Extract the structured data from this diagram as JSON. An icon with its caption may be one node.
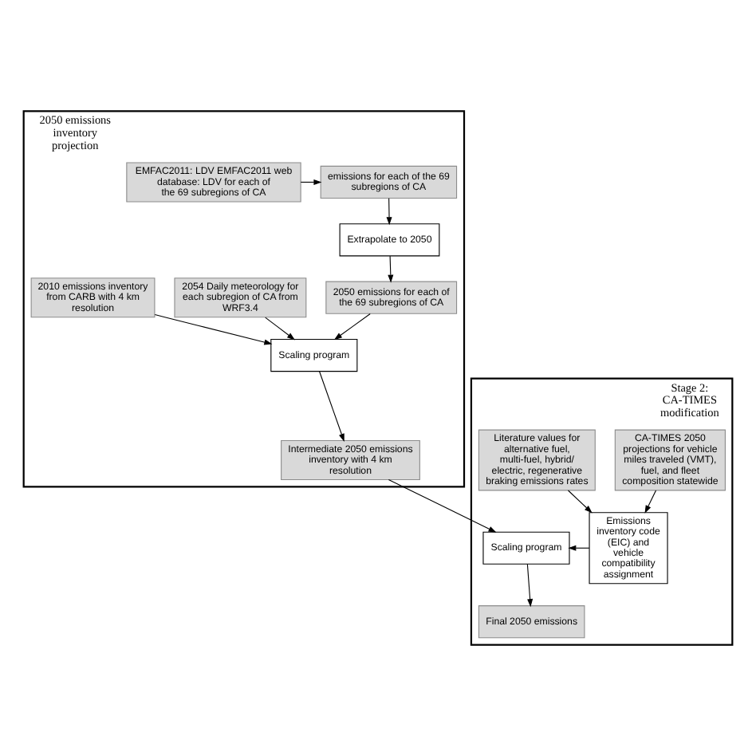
{
  "diagram": {
    "nodes": [
      {
        "text": [
          "2050 emissions inventory projection"
        ]
      },
      {
        "text": [
          "EMFAC2011: LDV EMFAC2011 web database: LDV for each of the 69 subregions of CA"
        ],
        "in": 0
      },
      {
        "text": [
          "emissions for each of the 69 subregions of CA"
        ],
        "in": 0
      },
      {
        "text": [
          "Extrapolate to 2050"
        ],
        "in": 0
      },
      {
        "text": [
          "2054 Daily meteorology for each subregion of CA from WRF3.4"
        ],
        "in": 0
      },
      {
        "text": [
          "2010 emissions inventory from CARB with 4 km resolution"
        ],
        "in": 0
      },
      {
        "text": [
          "2050 emissions for each of the 69 subregions of CA"
        ],
        "in": 0
      },
      {
        "text": [
          "Scaling program"
        ],
        "in": 0
      },
      {
        "text": [
          "Intermediate 2050 emissions inventory with 4 km resolution"
        ],
        "in": 0
      },
      {
        "text": [
          "Stage 2: CA-TIMES modification"
        ]
      },
      {
        "text": [
          "CA-TIMES 2050 projections for vehicle miles traveled (VMT), fuel, and fleet composition statewide"
        ],
        "in": 9
      },
      {
        "text": [
          "Literature values for alternative fuel, multi-fuel, hybrid/ electric, regenerative braking emissions rates"
        ],
        "in": 9
      },
      {
        "text": [
          "Emissions inventory code (EIC) and vehicle compatibility assignment"
        ],
        "in": 9
      },
      {
        "text": [
          "Scaling program"
        ],
        "in": 9
      },
      {
        "text": [
          "Final 2050 emissions"
        ],
        "in": 9
      }
    ],
    "edges": [
      {
        "from": 1,
        "to": 2,
        "arrow": "to"
      },
      {
        "from": 2,
        "to": 3,
        "arrow": "to"
      },
      {
        "from": 3,
        "to": 6,
        "arrow": "to"
      },
      {
        "from": 4,
        "to": 7,
        "arrow": "to"
      },
      {
        "from": 5,
        "to": 7,
        "arrow": "to"
      },
      {
        "from": 6,
        "to": 7,
        "arrow": "to"
      },
      {
        "from": 7,
        "to": 8,
        "arrow": "to"
      },
      {
        "from": 8,
        "to": 13,
        "arrow": "to"
      },
      {
        "from": 10,
        "to": 12,
        "arrow": "to"
      },
      {
        "from": 11,
        "to": 12,
        "arrow": "to"
      },
      {
        "from": 12,
        "to": 13,
        "arrow": "to"
      },
      {
        "from": 13,
        "to": 14,
        "arrow": "to"
      }
    ]
  }
}
